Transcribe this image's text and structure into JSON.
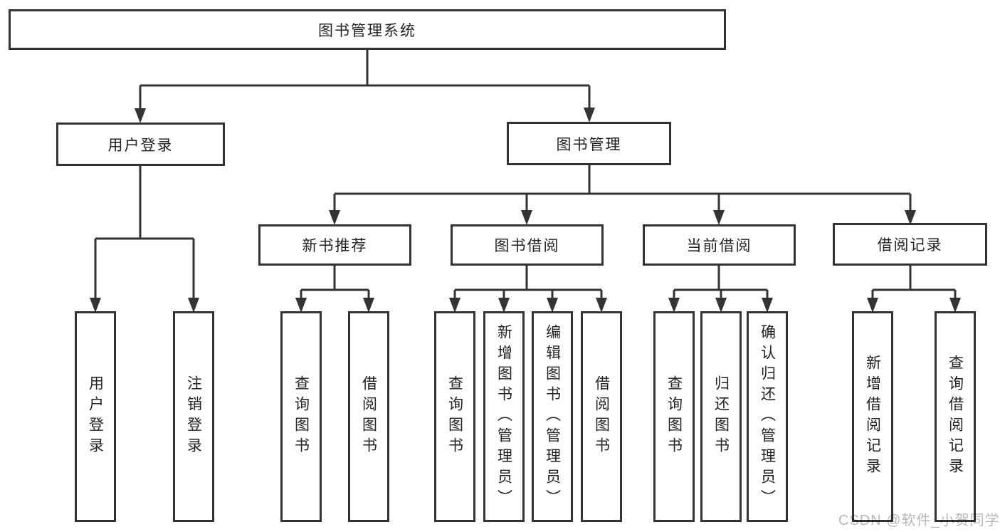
{
  "tree": {
    "root": {
      "label": "图书管理系统",
      "children": [
        {
          "label": "用户登录",
          "children": [
            {
              "label": "用户登录"
            },
            {
              "label": "注销登录"
            }
          ]
        },
        {
          "label": "图书管理",
          "children": [
            {
              "label": "新书推荐",
              "children": [
                {
                  "label": "查询图书"
                },
                {
                  "label": "借阅图书"
                }
              ]
            },
            {
              "label": "图书借阅",
              "children": [
                {
                  "label": "查询图书"
                },
                {
                  "label": "新增图书（管理员）"
                },
                {
                  "label": "编辑图书（管理员）"
                },
                {
                  "label": "借阅图书"
                }
              ]
            },
            {
              "label": "当前借阅",
              "children": [
                {
                  "label": "查询图书"
                },
                {
                  "label": "归还图书"
                },
                {
                  "label": "确认归还（管理员）"
                }
              ]
            },
            {
              "label": "借阅记录",
              "children": [
                {
                  "label": "新增借阅记录"
                },
                {
                  "label": "查询借阅记录"
                }
              ]
            }
          ]
        }
      ]
    }
  },
  "watermark": {
    "text": "CSDN @软件_小贺同学"
  },
  "colors": {
    "line": "#333333",
    "text": "#222222",
    "background": "#ffffff",
    "watermark": "#b5b8bd"
  }
}
